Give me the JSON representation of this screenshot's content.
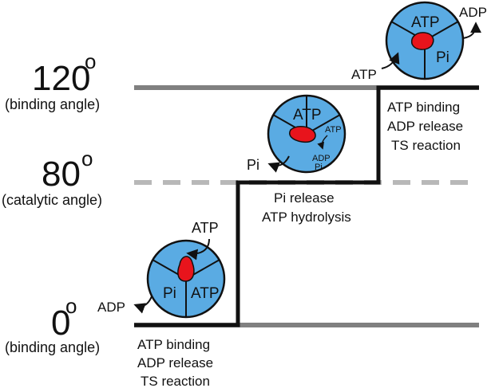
{
  "levels": {
    "top": {
      "value": "120",
      "degree": "o",
      "note": "(binding angle)"
    },
    "mid": {
      "value": "80",
      "degree": "o",
      "note": "(catalytic angle)"
    },
    "bottom": {
      "value": "0",
      "degree": "o",
      "note": "(binding angle)"
    }
  },
  "captions": {
    "top": [
      "ATP binding",
      "ADP release",
      "TS reaction"
    ],
    "mid": [
      "Pi release",
      "ATP hydrolysis"
    ],
    "bottom": [
      "ATP binding",
      "ADP release",
      "TS reaction"
    ]
  },
  "rotors": {
    "bottom": {
      "top_in": "ATP",
      "left": "Pi",
      "right": "ATP",
      "out": "ADP"
    },
    "mid": {
      "top": "ATP",
      "small_top": "ATP",
      "small_bottom_1": "ADP",
      "small_bottom_2": "Pi",
      "out": "Pi"
    },
    "top": {
      "top": "ATP",
      "right": "Pi",
      "in": "ATP",
      "out": "ADP"
    }
  },
  "colors": {
    "rotor_fill": "#5aabe3",
    "core_fill": "#e8141c",
    "baseline": "#808080",
    "dashed_line": "#b8b8b8",
    "step_line": "#111111"
  }
}
